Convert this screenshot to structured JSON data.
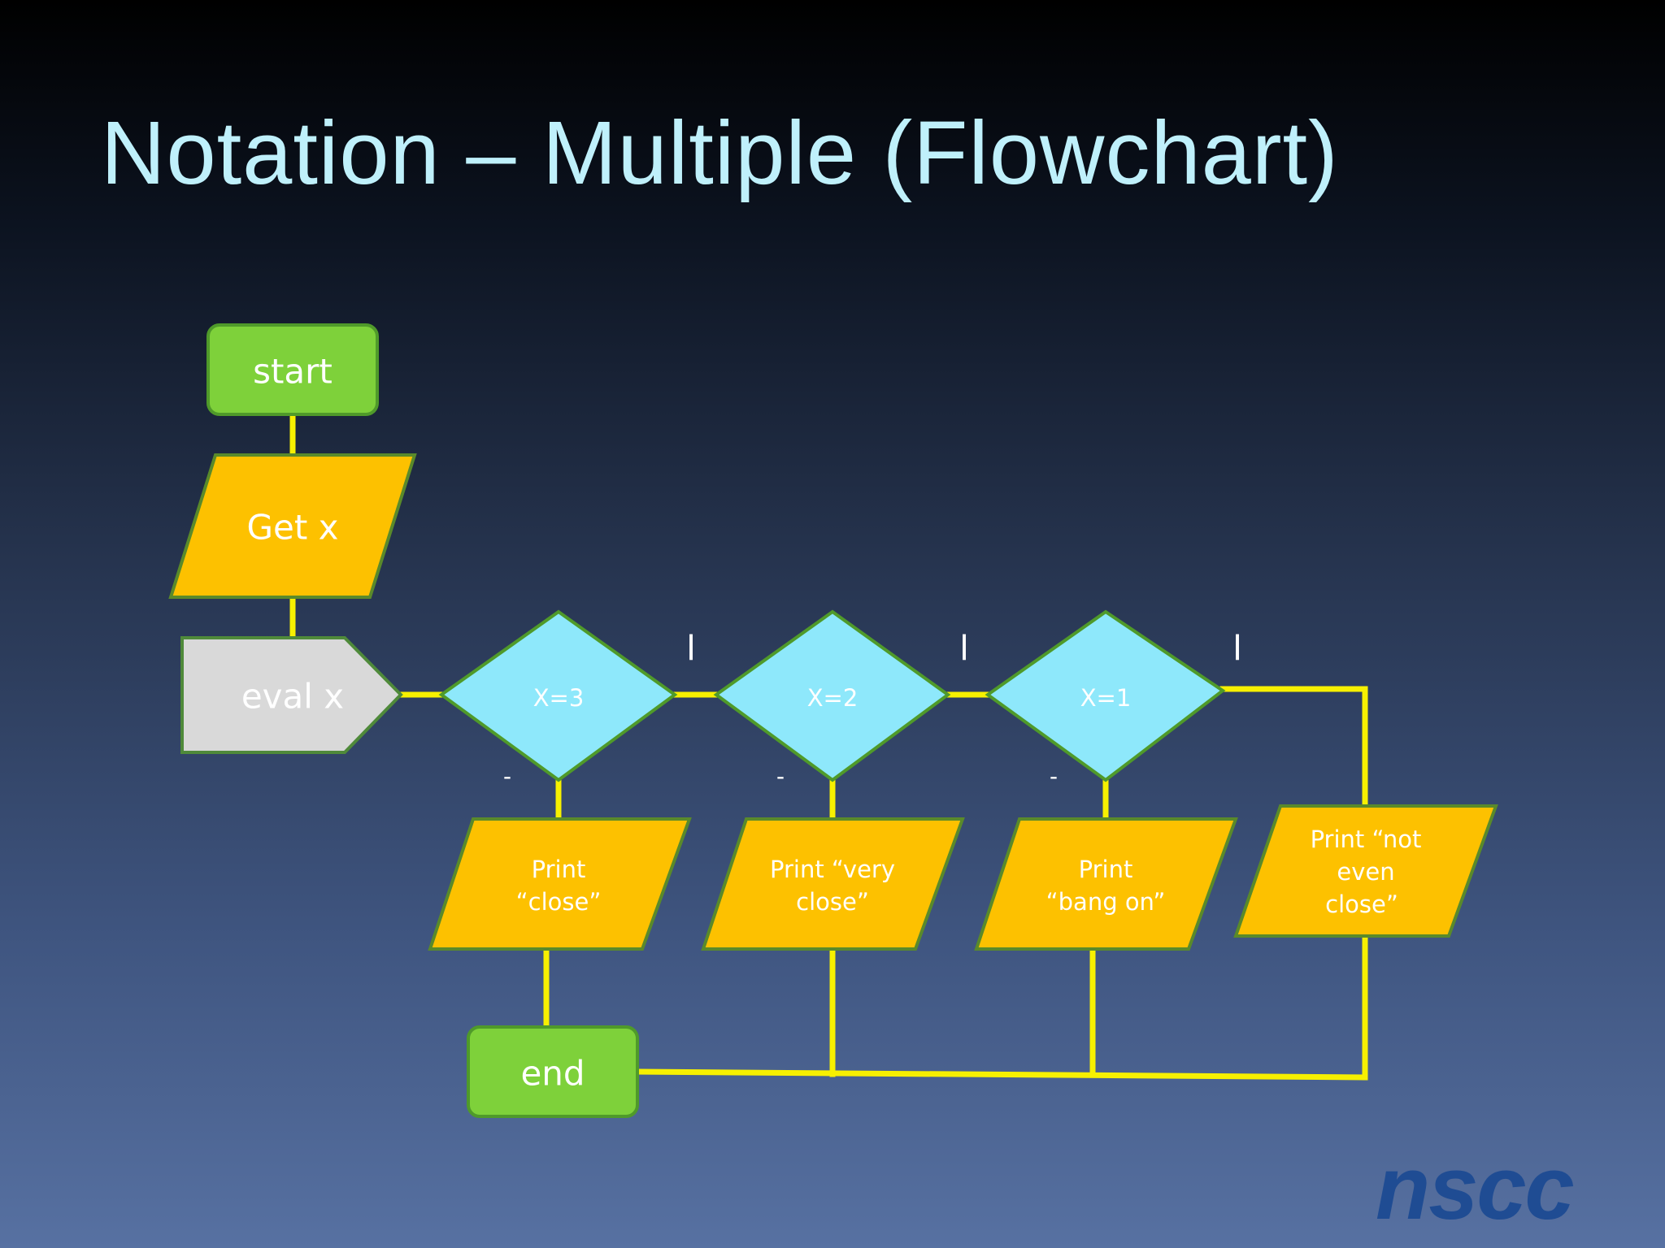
{
  "title": "Notation – Multiple (Flowchart)",
  "colors": {
    "terminal": "#7ed13a",
    "io": "#fdc100",
    "decision": "#8ee8fb",
    "eval": "#d9d9d9",
    "connector": "#f7f000",
    "title": "#bff0fb",
    "logo": "#1f4c93"
  },
  "nodes": {
    "start": "start",
    "get_x": "Get x",
    "eval_x": "eval x",
    "x3": "X=3",
    "x2": "X=2",
    "x1": "X=1",
    "print_close": [
      "Print",
      "“close”"
    ],
    "print_very_close": [
      "Print “very",
      "close”"
    ],
    "print_bang_on": [
      "Print",
      "“bang on”"
    ],
    "print_not_even_close": [
      "Print “not",
      "even",
      "close”"
    ],
    "end": "end"
  },
  "branch_markers": {
    "true_symbol": "l",
    "false_symbol": "-"
  },
  "logo": "nscc"
}
